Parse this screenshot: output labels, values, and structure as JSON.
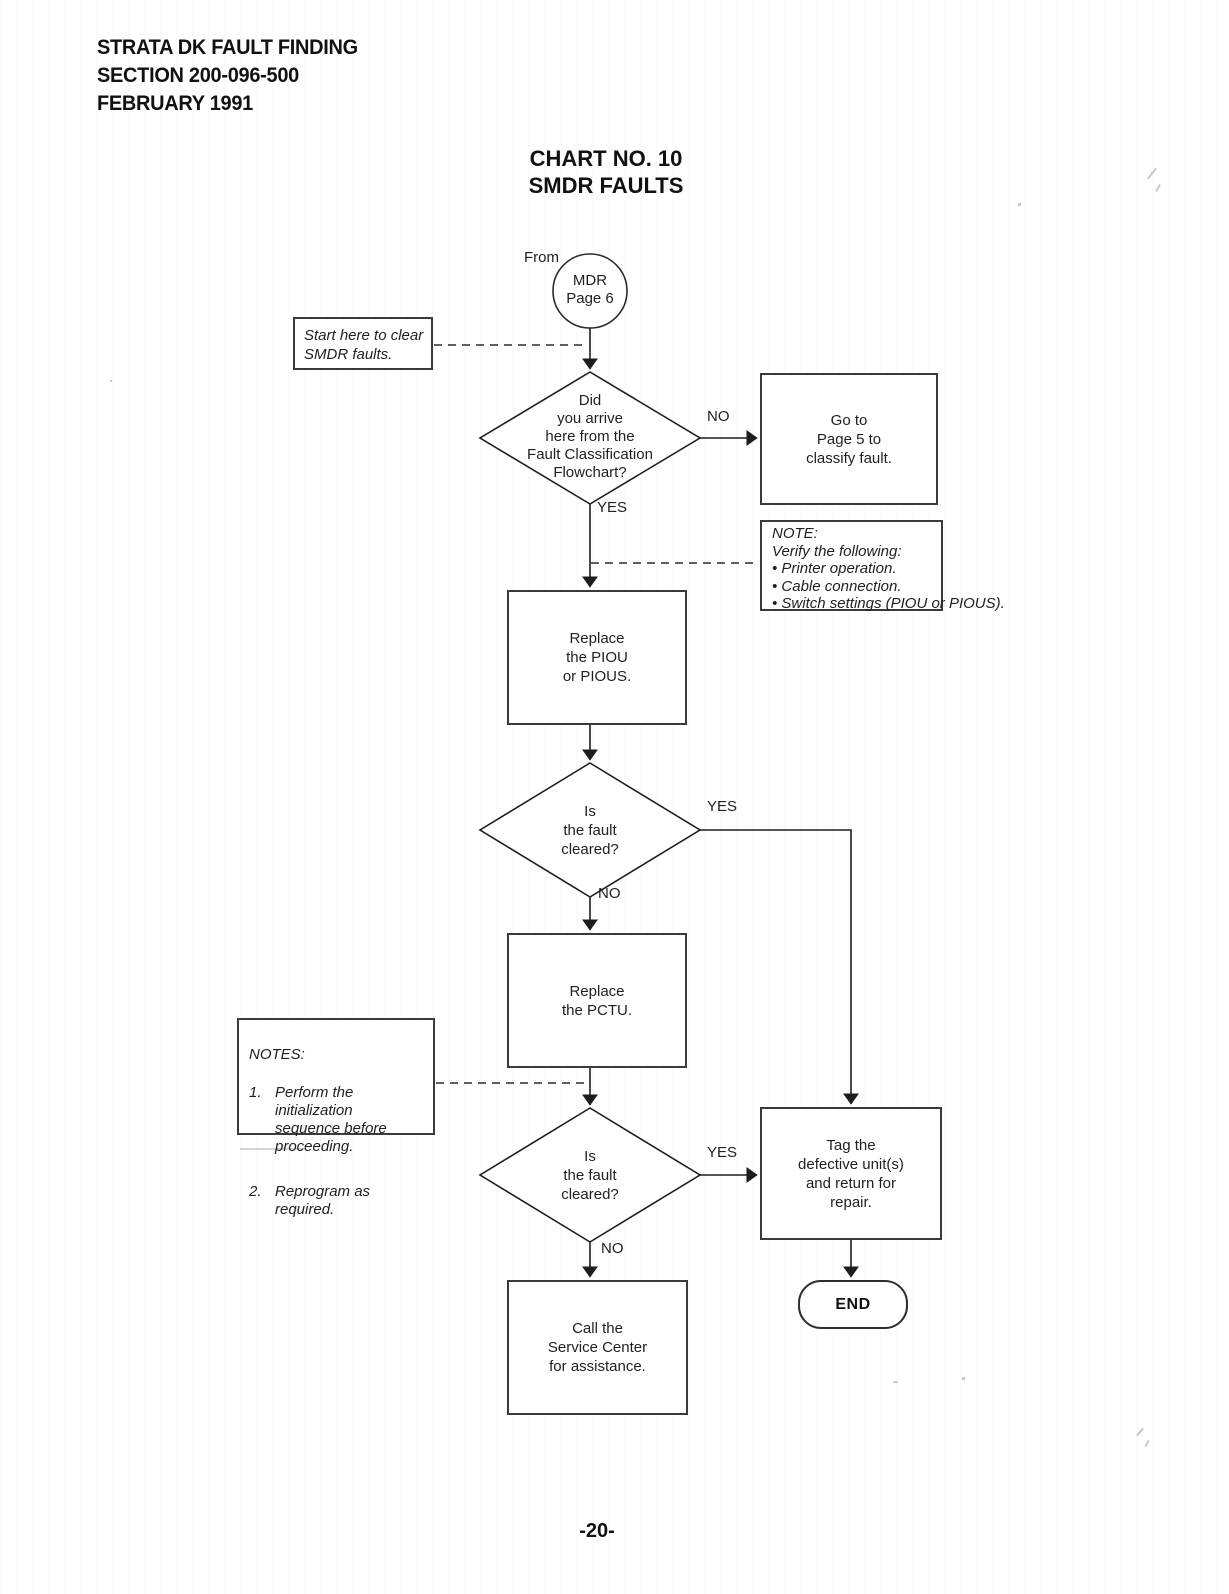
{
  "page": {
    "header_lines": [
      "STRATA DK FAULT FINDING",
      "SECTION 200-096-500",
      "FEBRUARY 1991"
    ],
    "title": [
      "CHART NO. 10",
      "SMDR FAULTS"
    ],
    "page_number": "-20-"
  },
  "flowchart": {
    "from_label": "From",
    "entry_connector": "MDR\nPage 6",
    "start_note": "Start here to clear\nSMDR faults.",
    "decision_arrived": {
      "question": "Did\nyou arrive\nhere from the\nFault Classification\nFlowchart?",
      "no_label": "NO",
      "yes_label": "YES"
    },
    "goto_box": "Go to\nPage 5 to\nclassify fault.",
    "note_box": "NOTE:\nVerify the following:\n• Printer operation.\n• Cable connection.\n• Switch settings (PIOU or PIOUS).",
    "replace_piou_box": "Replace\nthe PIOU\nor PIOUS.",
    "decision_cleared_1": {
      "question": "Is\nthe fault\ncleared?",
      "yes_label": "YES",
      "no_label": "NO"
    },
    "replace_pctu_box": "Replace\nthe PCTU.",
    "notes_box": {
      "title": "NOTES:",
      "items": [
        {
          "num": "1.",
          "text": "Perform the initialization\nsequence before\nproceeding."
        },
        {
          "num": "2.",
          "text": "Reprogram as required."
        }
      ]
    },
    "decision_cleared_2": {
      "question": "Is\nthe fault\ncleared?",
      "yes_label": "YES",
      "no_label": "NO"
    },
    "tag_box": "Tag the\ndefective unit(s)\nand return for\nrepair.",
    "end_terminal": "END",
    "call_box": "Call the\nService Center\nfor assistance."
  },
  "colors": {
    "ink": "#1f1f1f",
    "line": "#2b2b2b",
    "paper": "#ffffff"
  }
}
